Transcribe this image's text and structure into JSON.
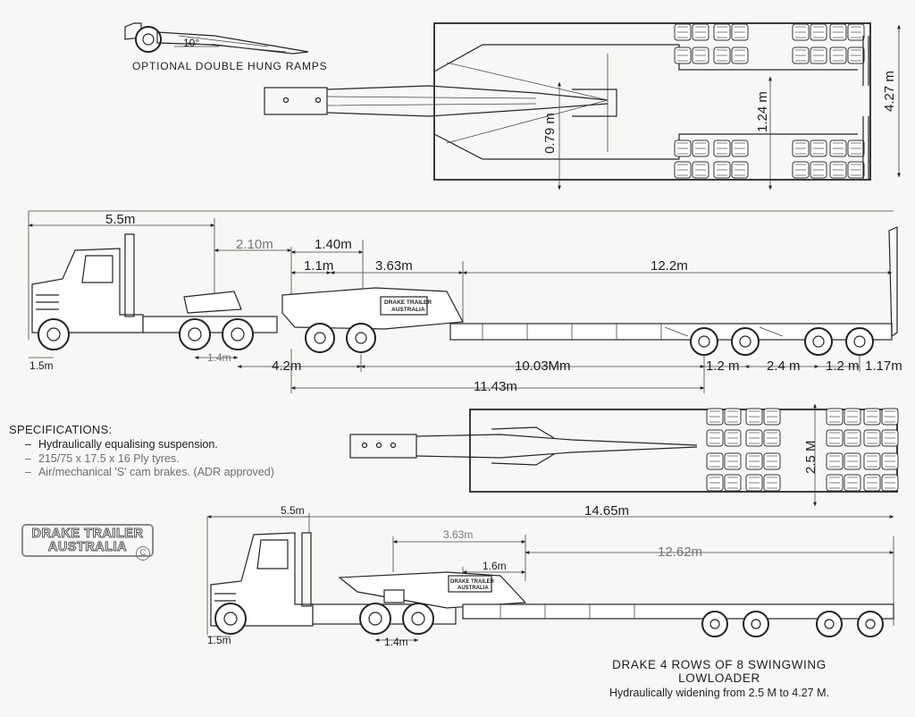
{
  "title": "DRAKE 4 ROWS OF 8 SWINGWING LOWLOADER",
  "subtitle": "Hydraulically widening from 2.5 M to 4.27 M.",
  "ramps": {
    "caption": "OPTIONAL DOUBLE HUNG RAMPS",
    "angle": "10°"
  },
  "plan_wide": {
    "width": "4.27 m",
    "inner_width": "1.24 m",
    "neck_width": "0.79 m"
  },
  "side_view_1": {
    "dims_top": [
      "5.5m",
      "2.10m",
      "1.40m",
      "1.1m",
      "3.63m",
      "12.2m"
    ],
    "dims_bottom": [
      "1.5m",
      "1.4m",
      "4.2m",
      "10.03Mm",
      "1.2 m",
      "2.4 m",
      "1.2 m",
      "1.17m",
      "11.43m"
    ],
    "panel_text": [
      "DRAKE TRAILER",
      "AUSTRALIA"
    ]
  },
  "plan_narrow": {
    "width": "2.5 M",
    "overall": "14.65m"
  },
  "side_view_2": {
    "dims_top": [
      "5.5m",
      "3.63m",
      "12.62m",
      "1.6m"
    ],
    "dims_bottom": [
      "1.5m",
      "1.4m"
    ],
    "panel_text": [
      "DRAKE TRAILER",
      "AUSTRALIA"
    ]
  },
  "specifications": {
    "heading": "SPECIFICATIONS:",
    "items": [
      "Hydraulically equalising suspension.",
      "215/75 x 17.5 x 16 Ply tyres.",
      "Air/mechanical 'S' cam brakes. (ADR approved)"
    ]
  },
  "logo": {
    "line1": "DRAKE TRAILER",
    "line2": "AUSTRALIA",
    "mark": "C"
  }
}
